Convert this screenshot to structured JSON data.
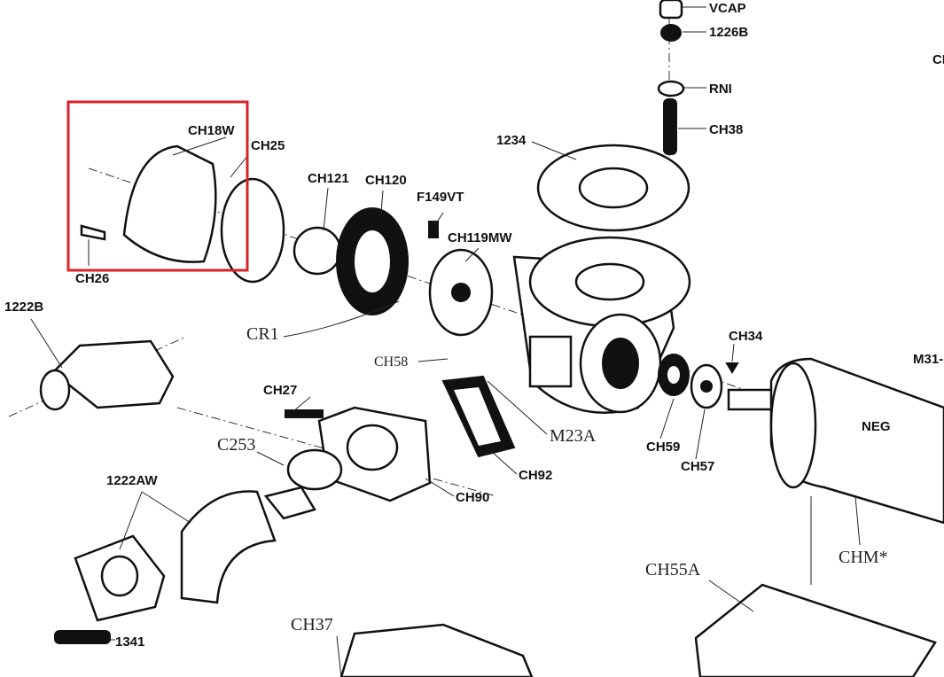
{
  "diagram": {
    "labels": {
      "vcap": "VCAP",
      "l1226b": "1226B",
      "rni": "RNI",
      "ch38": "CH38",
      "ch_partial": "CH",
      "l1234": "1234",
      "ch18w": "CH18W",
      "ch25": "CH25",
      "ch121": "CH121",
      "ch120": "CH120",
      "f149vt": "F149VT",
      "ch119mw": "CH119MW",
      "ch26": "CH26",
      "l1222b": "1222B",
      "cr1": "CR1",
      "ch58": "CH58",
      "ch34": "CH34",
      "m31": "M31-",
      "ch27": "CH27",
      "m23a": "M23A",
      "ch59": "CH59",
      "ch57": "CH57",
      "neg": "NEG",
      "c253": "C253",
      "ch92": "CH92",
      "ch90": "CH90",
      "l1222aw": "1222AW",
      "chm": "CHM*",
      "ch55a": "CH55A",
      "l1341": "1341",
      "ch37": "CH37"
    },
    "highlight_color": "#d9232a"
  }
}
